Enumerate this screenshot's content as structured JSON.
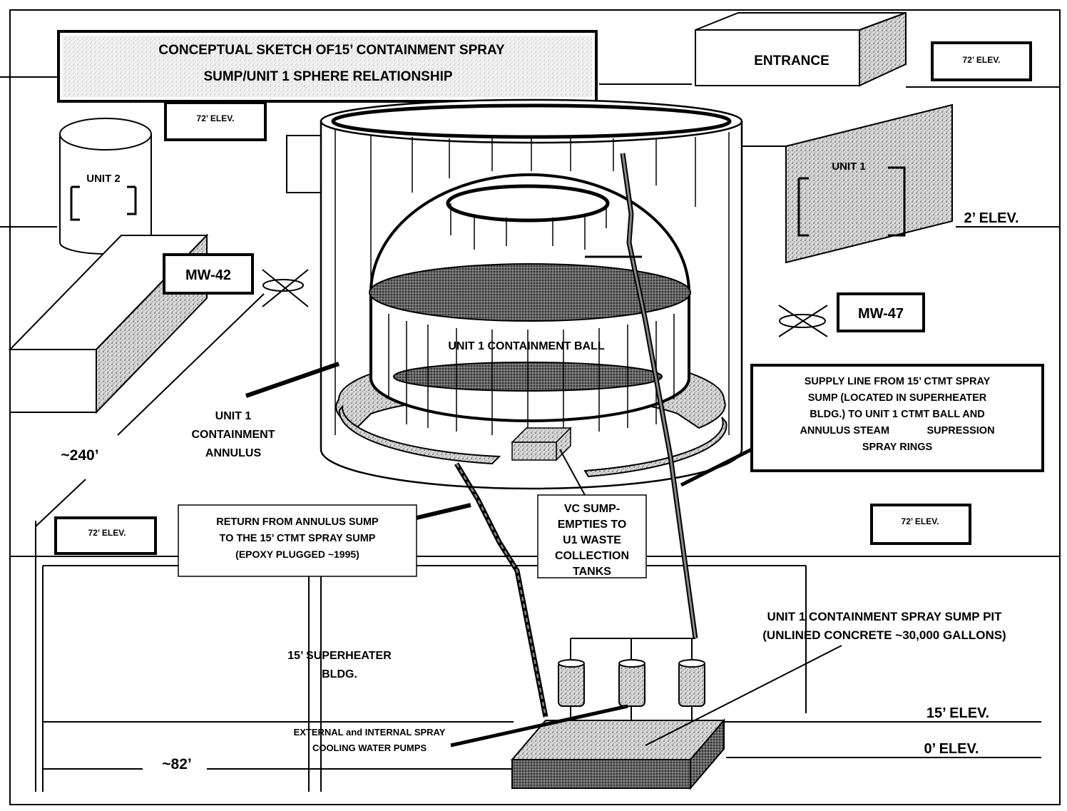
{
  "title": {
    "line1": "CONCEPTUAL SKETCH OF15’ CONTAINMENT SPRAY",
    "line2": "SUMP/UNIT 1 SPHERE RELATIONSHIP"
  },
  "buildings": {
    "entrance": "ENTRANCE",
    "unit2": "UNIT 2",
    "unit1": "UNIT 1",
    "superheater_line1": "15’ SUPERHEATER",
    "superheater_line2": "BLDG."
  },
  "elevations": {
    "elev72_topright": "72’ ELEV.",
    "elev72_topleft": "72’ ELEV.",
    "elev72_left": "72’ ELEV.",
    "elev72_right": "72’ ELEV.",
    "elev2": "2’ ELEV.",
    "elev15": "15’ ELEV.",
    "elev0": "0’ ELEV."
  },
  "wells": {
    "mw42": "MW-42",
    "mw47": "MW-47"
  },
  "dimensions": {
    "d240": "~240’",
    "d82": "~82’"
  },
  "containment": {
    "ball": "UNIT 1 CONTAINMENT BALL",
    "annulus_line1": "UNIT 1",
    "annulus_line2": "CONTAINMENT",
    "annulus_line3": "ANNULUS"
  },
  "callouts": {
    "supply": [
      "SUPPLY LINE FROM 15’ CTMT SPRAY",
      "SUMP (LOCATED IN SUPERHEATER",
      "BLDG.) TO UNIT 1 CTMT BALL AND",
      "ANNULUS STEAM             SUPRESSION",
      "SPRAY RINGS"
    ],
    "return": [
      "RETURN FROM ANNULUS SUMP",
      "TO THE 15’ CTMT SPRAY SUMP",
      "(EPOXY PLUGGED ~1995)"
    ],
    "vc_sump": [
      "VC SUMP-",
      "EMPTIES TO",
      "U1 WASTE",
      "COLLECTION",
      "TANKS"
    ],
    "sump_pit": [
      "UNIT 1 CONTAINMENT SPRAY SUMP PIT",
      "(UNLINED CONCRETE ~30,000 GALLONS)"
    ],
    "pumps": [
      "EXTERNAL and INTERNAL SPRAY",
      "COOLING WATER PUMPS"
    ]
  }
}
